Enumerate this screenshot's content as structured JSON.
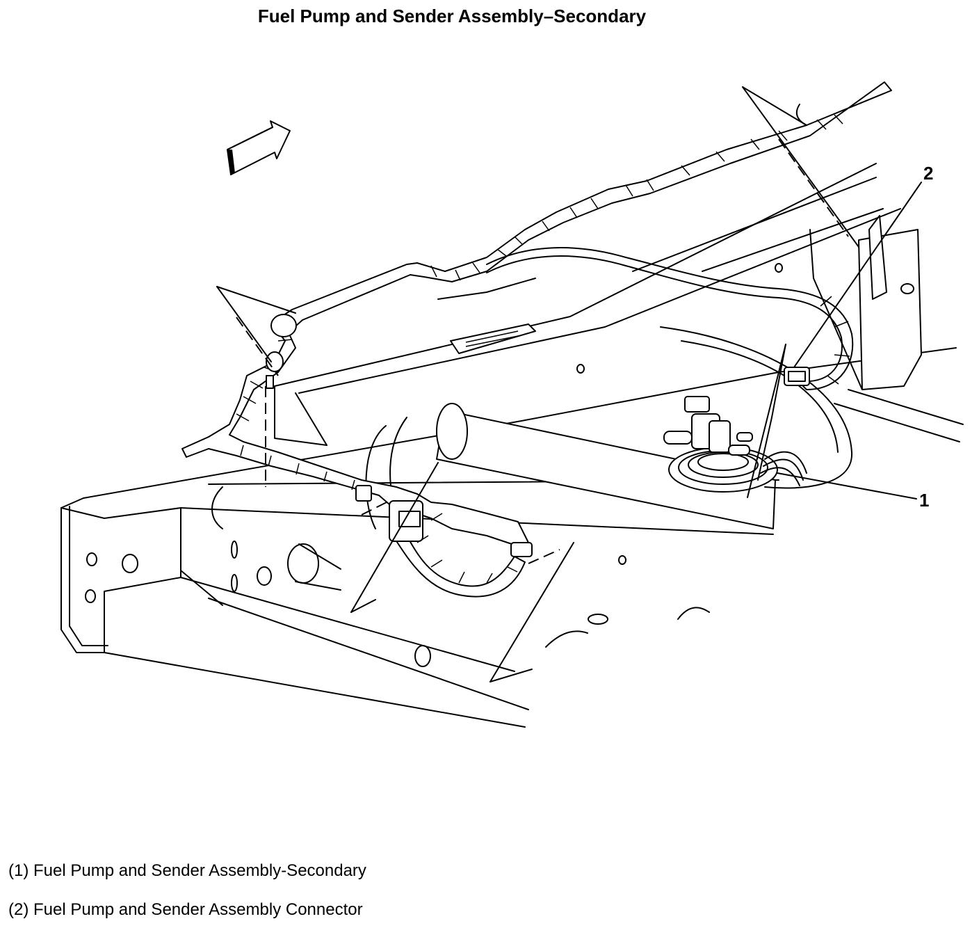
{
  "title": "Fuel Pump and Sender Assembly–Secondary",
  "callouts": [
    {
      "number": "1",
      "description": "Fuel Pump and Sender Assembly-Secondary"
    },
    {
      "number": "2",
      "description": "Fuel Pump and Sender Assembly Connector"
    }
  ],
  "legend": [
    "(1) Fuel Pump and Sender Assembly-Secondary",
    "(2) Fuel Pump and Sender Assembly Connector"
  ],
  "icons": {
    "direction_arrow": "front-direction-arrow-icon"
  }
}
